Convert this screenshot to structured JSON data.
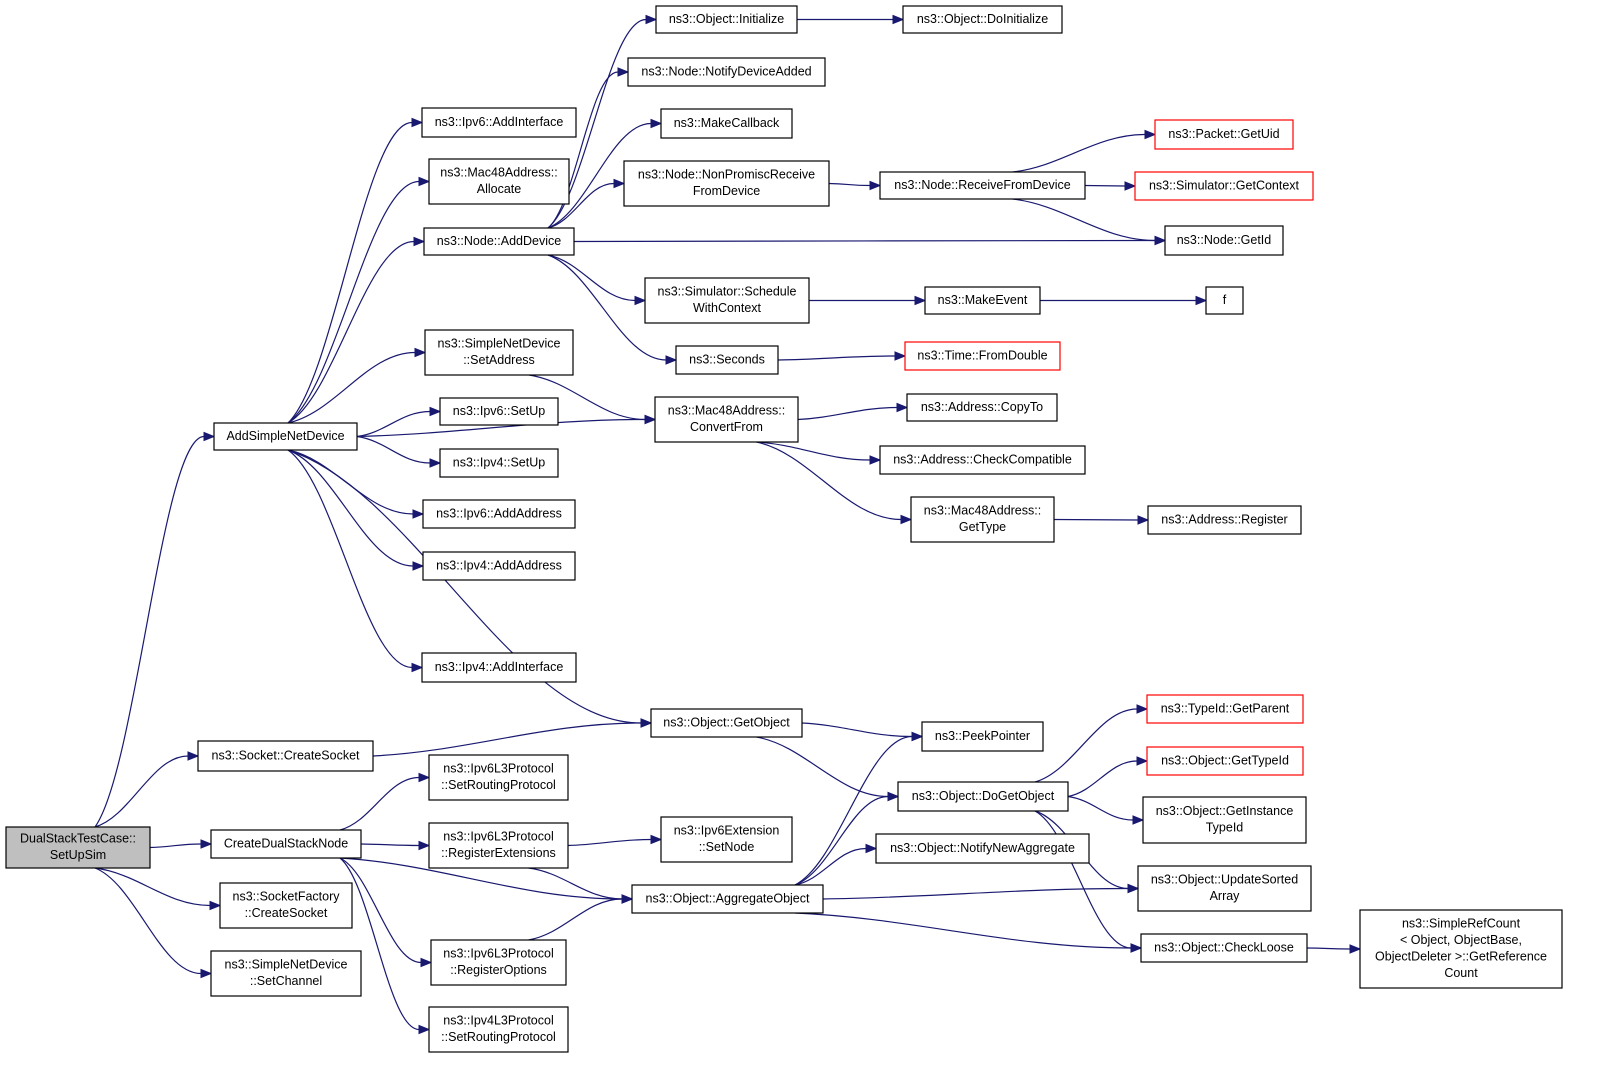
{
  "diagram": {
    "type": "call-graph",
    "nodes": [
      {
        "id": "root",
        "lines": [
          "DualStackTestCase::",
          "SetUpSim"
        ],
        "style": "root"
      },
      {
        "id": "addsimple",
        "lines": [
          "AddSimpleNetDevice"
        ]
      },
      {
        "id": "createsocket",
        "lines": [
          "ns3::Socket::CreateSocket"
        ]
      },
      {
        "id": "createdual",
        "lines": [
          "CreateDualStackNode"
        ]
      },
      {
        "id": "sfcreate",
        "lines": [
          "ns3::SocketFactory",
          "::CreateSocket"
        ]
      },
      {
        "id": "setchannel",
        "lines": [
          "ns3::SimpleNetDevice",
          "::SetChannel"
        ]
      },
      {
        "id": "ipv6addif",
        "lines": [
          "ns3::Ipv6::AddInterface"
        ]
      },
      {
        "id": "macalloc",
        "lines": [
          "ns3::Mac48Address::",
          "Allocate"
        ]
      },
      {
        "id": "nodeadddev",
        "lines": [
          "ns3::Node::AddDevice"
        ]
      },
      {
        "id": "sndsetaddr",
        "lines": [
          "ns3::SimpleNetDevice",
          "::SetAddress"
        ]
      },
      {
        "id": "ipv6setup",
        "lines": [
          "ns3::Ipv6::SetUp"
        ]
      },
      {
        "id": "ipv4setup",
        "lines": [
          "ns3::Ipv4::SetUp"
        ]
      },
      {
        "id": "ipv6addaddr",
        "lines": [
          "ns3::Ipv6::AddAddress"
        ]
      },
      {
        "id": "ipv4addaddr",
        "lines": [
          "ns3::Ipv4::AddAddress"
        ]
      },
      {
        "id": "ipv4addif",
        "lines": [
          "ns3::Ipv4::AddInterface"
        ]
      },
      {
        "id": "ipv6l3setrp",
        "lines": [
          "ns3::Ipv6L3Protocol",
          "::SetRoutingProtocol"
        ]
      },
      {
        "id": "ipv6l3regext",
        "lines": [
          "ns3::Ipv6L3Protocol",
          "::RegisterExtensions"
        ]
      },
      {
        "id": "ipv6l3regopt",
        "lines": [
          "ns3::Ipv6L3Protocol",
          "::RegisterOptions"
        ]
      },
      {
        "id": "ipv4l3setrp",
        "lines": [
          "ns3::Ipv4L3Protocol",
          "::SetRoutingProtocol"
        ]
      },
      {
        "id": "objinit",
        "lines": [
          "ns3::Object::Initialize"
        ]
      },
      {
        "id": "notifydev",
        "lines": [
          "ns3::Node::NotifyDeviceAdded"
        ]
      },
      {
        "id": "makecb",
        "lines": [
          "ns3::MakeCallback"
        ]
      },
      {
        "id": "nonpromisc",
        "lines": [
          "ns3::Node::NonPromiscReceive",
          "FromDevice"
        ]
      },
      {
        "id": "schedctx",
        "lines": [
          "ns3::Simulator::Schedule",
          "WithContext"
        ]
      },
      {
        "id": "seconds",
        "lines": [
          "ns3::Seconds"
        ]
      },
      {
        "id": "macconv",
        "lines": [
          "ns3::Mac48Address::",
          "ConvertFrom"
        ]
      },
      {
        "id": "getobject",
        "lines": [
          "ns3::Object::GetObject"
        ]
      },
      {
        "id": "ipv6extsetnode",
        "lines": [
          "ns3::Ipv6Extension",
          "::SetNode"
        ]
      },
      {
        "id": "aggregate",
        "lines": [
          "ns3::Object::AggregateObject"
        ]
      },
      {
        "id": "doinit",
        "lines": [
          "ns3::Object::DoInitialize"
        ]
      },
      {
        "id": "recvfromdev",
        "lines": [
          "ns3::Node::ReceiveFromDevice"
        ]
      },
      {
        "id": "makeevent",
        "lines": [
          "ns3::MakeEvent"
        ]
      },
      {
        "id": "fromdouble",
        "lines": [
          "ns3::Time::FromDouble"
        ],
        "style": "red"
      },
      {
        "id": "copyto",
        "lines": [
          "ns3::Address::CopyTo"
        ]
      },
      {
        "id": "checkcompat",
        "lines": [
          "ns3::Address::CheckCompatible"
        ]
      },
      {
        "id": "macgettype",
        "lines": [
          "ns3::Mac48Address::",
          "GetType"
        ]
      },
      {
        "id": "peekptr",
        "lines": [
          "ns3::PeekPointer"
        ]
      },
      {
        "id": "dogetobj",
        "lines": [
          "ns3::Object::DoGetObject"
        ]
      },
      {
        "id": "notifyagg",
        "lines": [
          "ns3::Object::NotifyNewAggregate"
        ]
      },
      {
        "id": "getuid",
        "lines": [
          "ns3::Packet::GetUid"
        ],
        "style": "red"
      },
      {
        "id": "getcontext",
        "lines": [
          "ns3::Simulator::GetContext"
        ],
        "style": "red"
      },
      {
        "id": "nodegetid",
        "lines": [
          "ns3::Node::GetId"
        ]
      },
      {
        "id": "f",
        "lines": [
          "f"
        ]
      },
      {
        "id": "addrreg",
        "lines": [
          "ns3::Address::Register"
        ]
      },
      {
        "id": "getparent",
        "lines": [
          "ns3::TypeId::GetParent"
        ],
        "style": "red"
      },
      {
        "id": "gettypeid",
        "lines": [
          "ns3::Object::GetTypeId"
        ],
        "style": "red"
      },
      {
        "id": "getinsttid",
        "lines": [
          "ns3::Object::GetInstance",
          "TypeId"
        ]
      },
      {
        "id": "updsorted",
        "lines": [
          "ns3::Object::UpdateSorted",
          "Array"
        ]
      },
      {
        "id": "checkloose",
        "lines": [
          "ns3::Object::CheckLoose"
        ]
      },
      {
        "id": "refcount",
        "lines": [
          "ns3::SimpleRefCount",
          "< Object, ObjectBase,",
          "ObjectDeleter >::GetReference",
          "Count"
        ]
      }
    ],
    "edges": [
      [
        "root",
        "addsimple"
      ],
      [
        "root",
        "createsocket"
      ],
      [
        "root",
        "createdual"
      ],
      [
        "root",
        "sfcreate"
      ],
      [
        "root",
        "setchannel"
      ],
      [
        "addsimple",
        "ipv6addif"
      ],
      [
        "addsimple",
        "macalloc"
      ],
      [
        "addsimple",
        "nodeadddev"
      ],
      [
        "addsimple",
        "sndsetaddr"
      ],
      [
        "addsimple",
        "ipv6setup"
      ],
      [
        "addsimple",
        "ipv4setup"
      ],
      [
        "addsimple",
        "ipv6addaddr"
      ],
      [
        "addsimple",
        "ipv4addaddr"
      ],
      [
        "addsimple",
        "ipv4addif"
      ],
      [
        "addsimple",
        "macconv"
      ],
      [
        "addsimple",
        "getobject"
      ],
      [
        "createsocket",
        "getobject"
      ],
      [
        "createdual",
        "ipv6l3setrp"
      ],
      [
        "createdual",
        "ipv6l3regext"
      ],
      [
        "createdual",
        "aggregate"
      ],
      [
        "createdual",
        "ipv6l3regopt"
      ],
      [
        "createdual",
        "ipv4l3setrp"
      ],
      [
        "nodeadddev",
        "objinit"
      ],
      [
        "nodeadddev",
        "notifydev"
      ],
      [
        "nodeadddev",
        "makecb"
      ],
      [
        "nodeadddev",
        "nonpromisc"
      ],
      [
        "nodeadddev",
        "nodegetid"
      ],
      [
        "nodeadddev",
        "schedctx"
      ],
      [
        "nodeadddev",
        "seconds"
      ],
      [
        "sndsetaddr",
        "macconv"
      ],
      [
        "ipv6l3regext",
        "ipv6extsetnode"
      ],
      [
        "ipv6l3regext",
        "aggregate"
      ],
      [
        "ipv6l3regopt",
        "aggregate"
      ],
      [
        "objinit",
        "doinit"
      ],
      [
        "nonpromisc",
        "recvfromdev"
      ],
      [
        "recvfromdev",
        "getuid"
      ],
      [
        "recvfromdev",
        "getcontext"
      ],
      [
        "recvfromdev",
        "nodegetid"
      ],
      [
        "schedctx",
        "makeevent"
      ],
      [
        "makeevent",
        "f"
      ],
      [
        "seconds",
        "fromdouble"
      ],
      [
        "macconv",
        "copyto"
      ],
      [
        "macconv",
        "checkcompat"
      ],
      [
        "macconv",
        "macgettype"
      ],
      [
        "macgettype",
        "addrreg"
      ],
      [
        "getobject",
        "peekptr"
      ],
      [
        "getobject",
        "dogetobj"
      ],
      [
        "aggregate",
        "peekptr"
      ],
      [
        "aggregate",
        "dogetobj"
      ],
      [
        "aggregate",
        "notifyagg"
      ],
      [
        "aggregate",
        "updsorted"
      ],
      [
        "aggregate",
        "checkloose"
      ],
      [
        "dogetobj",
        "getparent"
      ],
      [
        "dogetobj",
        "gettypeid"
      ],
      [
        "dogetobj",
        "getinsttid"
      ],
      [
        "dogetobj",
        "updsorted"
      ],
      [
        "dogetobj",
        "checkloose"
      ],
      [
        "checkloose",
        "refcount"
      ]
    ]
  }
}
